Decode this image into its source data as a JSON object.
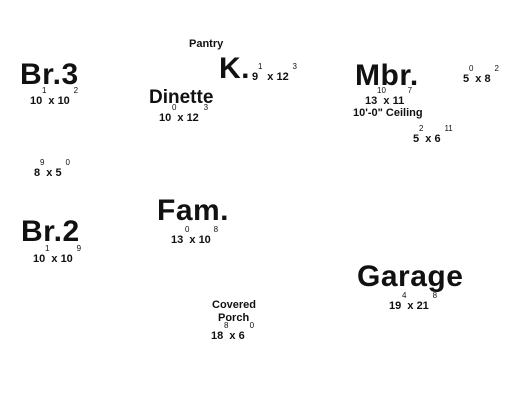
{
  "rooms": {
    "pantry": {
      "name": "Pantry"
    },
    "kitchen": {
      "name": "K.",
      "w": "9",
      "w_in": "1",
      "h": "12",
      "h_in": "3"
    },
    "br3": {
      "name": "Br.3",
      "w": "10",
      "w_in": "1",
      "h": "10",
      "h_in": "2"
    },
    "dinette": {
      "name": "Dinette",
      "w": "10",
      "w_in": "0",
      "h": "12",
      "h_in": "3"
    },
    "mbr": {
      "name": "Mbr.",
      "w": "13",
      "w_in": "10",
      "h": "11",
      "h_in": "7",
      "note": "10'-0\" Ceiling"
    },
    "closet1": {
      "w": "5",
      "w_in": "0",
      "h": "8",
      "h_in": "2"
    },
    "closet2": {
      "w": "5",
      "w_in": "2",
      "h": "6",
      "h_in": "11"
    },
    "hall": {
      "w": "8",
      "w_in": "9",
      "h": "5",
      "h_in": "0"
    },
    "br2": {
      "name": "Br.2",
      "w": "10",
      "w_in": "1",
      "h": "10",
      "h_in": "9"
    },
    "fam": {
      "name": "Fam.",
      "w": "13",
      "w_in": "0",
      "h": "10",
      "h_in": "8"
    },
    "garage": {
      "name": "Garage",
      "w": "19",
      "w_in": "4",
      "h": "21",
      "h_in": "8"
    },
    "porch": {
      "name_line1": "Covered",
      "name_line2": "Porch",
      "w": "18",
      "w_in": "8",
      "h": "6",
      "h_in": "0"
    }
  },
  "separator": "x"
}
